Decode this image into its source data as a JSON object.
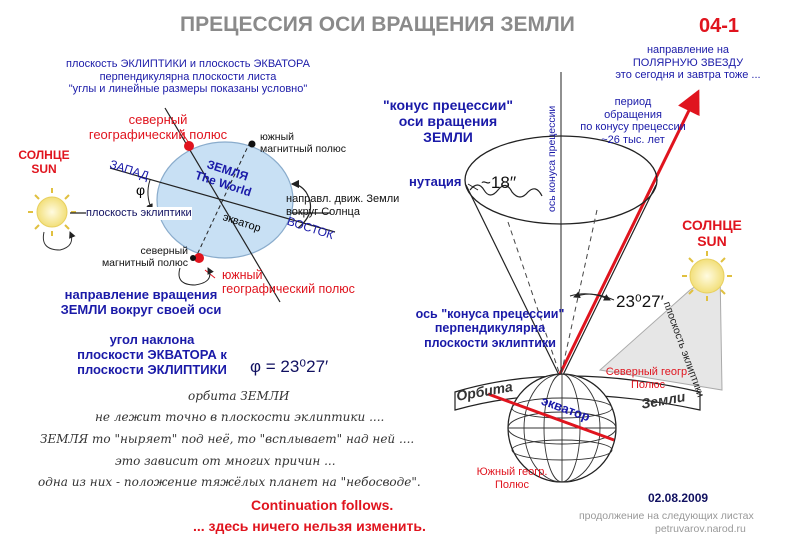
{
  "header": {
    "title": "ПРЕЦЕССИЯ ОСИ ВРАЩЕНИЯ ЗЕМЛИ",
    "code": "04-1"
  },
  "intro": {
    "line1": "плоскость ЭКЛИПТИКИ и плоскость ЭКВАТОРА",
    "line2": "перпендикулярна плоскости листа",
    "line3": "\"углы и линейные размеры показаны условно\""
  },
  "left": {
    "sun_ru": "СОЛНЦЕ",
    "sun_en": "SUN",
    "north_geo_1": "северный",
    "north_geo_2": "географический полюс",
    "south_mag_1": "южный",
    "south_mag_2": "магнитный полюс",
    "west": "ЗАПАД",
    "east": "ВОСТОК",
    "phi": "φ",
    "earth_ru": "ЗЕМЛЯ",
    "earth_en": "The World",
    "equator": "экватор",
    "ecliptic_plane": "плоскость эклиптики",
    "motion_1": "направл. движ. Земли",
    "motion_2": "вокруг Солнца",
    "north_mag_1": "северный",
    "north_mag_2": "магнитный полюс",
    "south_geo_1": "южный",
    "south_geo_2": "географический полюс",
    "rotation_1": "направление вращения",
    "rotation_2": "ЗЕМЛИ вокруг своей оси",
    "tilt_1": "угол наклона",
    "tilt_2": "плоскости ЭКВАТОРА к",
    "tilt_3": "плоскости ЭКЛИПТИКИ",
    "tilt_value": "φ = 23⁰27′"
  },
  "handwritten": {
    "line1": "орбита ЗЕМЛИ",
    "line2": "не лежит точно в плоскости эклиптики ....",
    "line3": "ЗЕМЛЯ то \"ныряет\" под неё, то \"всплывает\" над ней ....",
    "line4": "это зависит от многих причин ...",
    "line5": "одна из них - положение тяжёлых планет на \"небосводе\"."
  },
  "footer": {
    "continuation": "Continuation follows.",
    "no_change": "... здесь ничего нельзя изменить.",
    "date": "02.08.2009",
    "next_sheets": "продолжение на следующих листах",
    "site": "petruvarov.narod.ru"
  },
  "right": {
    "star_1": "направление на",
    "star_2": "ПОЛЯРНУЮ ЗВЕЗДУ",
    "star_3": "это сегодня и завтра тоже ...",
    "cone_1": "\"конус прецессии\"",
    "cone_2": "оси вращения",
    "cone_3": "ЗЕМЛИ",
    "cone_axis": "ось конуса прецессии",
    "period_1": "период",
    "period_2": "обращения",
    "period_3": "по конусу прецессии",
    "period_4": "~26 тыс. лет",
    "nutation": "нутация",
    "nutation_angle": "~18′′",
    "sun_ru": "СОЛНЦЕ",
    "sun_en": "SUN",
    "angle": "23⁰27′",
    "ecliptic_plane": "плоскость эклиптики",
    "axis_1": "ось \"конуса прецессии\"",
    "axis_2": "перпендикулярна",
    "axis_3": "плоскости эклиптики",
    "north_pole_1": "Северный геогр.",
    "north_pole_2": "Полюс",
    "orbit": "Орбита",
    "equator": "экватор",
    "earth": "Земли",
    "south_pole_1": "Южный геогр.",
    "south_pole_2": "Полюс"
  },
  "colors": {
    "blue_text": "#1a1aa8",
    "red_text": "#e0141e",
    "globe_fill": "#c8e0f4",
    "sun": "#f5e48a"
  }
}
